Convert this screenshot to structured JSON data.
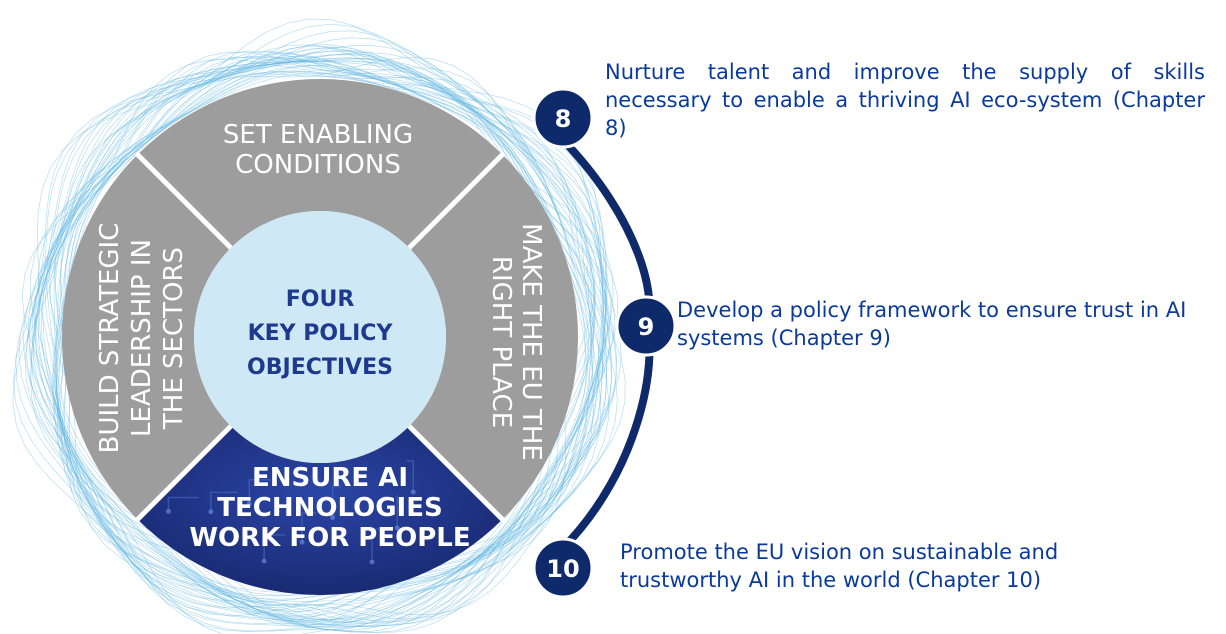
{
  "diagram": {
    "center": {
      "lines": [
        "FOUR",
        "KEY POLICY",
        "OBJECTIVES"
      ]
    },
    "segments": {
      "top": {
        "lines": [
          "SET ENABLING",
          "CONDITIONS"
        ]
      },
      "right": {
        "lines": [
          "MAKE THE EU THE",
          "RIGHT PLACE"
        ]
      },
      "bottom": {
        "lines": [
          "ENSURE AI",
          "TECHNOLOGIES",
          "WORK FOR PEOPLE"
        ]
      },
      "left": {
        "lines": [
          "BUILD STRATEGIC",
          "LEADERSHIP IN",
          "THE SECTORS"
        ]
      }
    },
    "colors": {
      "segment_gray": "#9d9d9d",
      "center_fill": "#cfe8f6",
      "highlight_navy": "#1d2f7c",
      "marker_navy": "#0f2a6b",
      "note_text": "#0a3a9c",
      "wave_lines": "#5fb6e3"
    },
    "markers": [
      {
        "number": "8",
        "text": "Nurture talent and improve the supply of skills necessary to enable a thriving AI eco-system (Chapter 8)"
      },
      {
        "number": "9",
        "text": "Develop a policy framework to ensure trust in AI systems (Chapter 9)"
      },
      {
        "number": "10",
        "text": "Promote the EU vision on sustainable and trustworthy AI in the world (Chapter 10)"
      }
    ]
  }
}
